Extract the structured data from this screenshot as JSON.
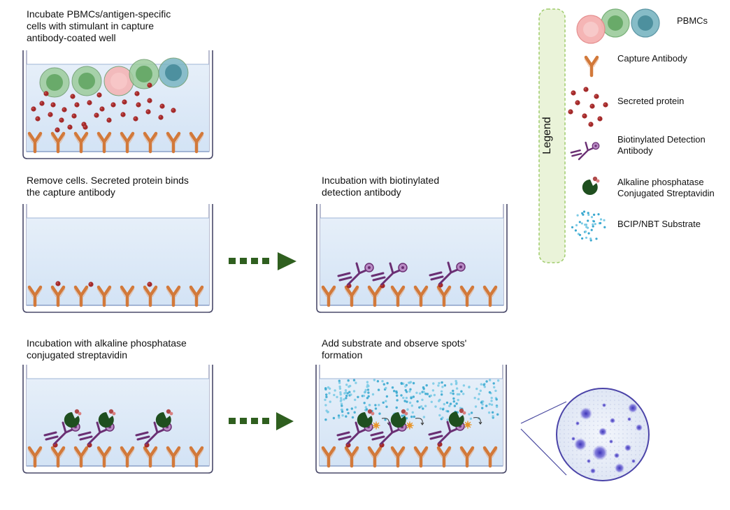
{
  "steps": {
    "step1": "Incubate PBMCs/antigen-specific\ncells with stimulant  in capture\nantibody-coated well",
    "step2": "Remove cells. Secreted protein binds\nthe capture antibody",
    "step3": "Incubation with biotinylated\ndetection antibody",
    "step4": "Incubation with alkaline phosphatase\nconjugated streptavidin",
    "step5": "Add substrate and observe spots'\nformation"
  },
  "legend": {
    "title": "Legend",
    "items": [
      {
        "label": "PBMCs",
        "icon": "pbmc-cells-icon"
      },
      {
        "label": "Capture Antibody",
        "icon": "capture-antibody-icon"
      },
      {
        "label": "Secreted protein",
        "icon": "secreted-protein-icon"
      },
      {
        "label": "Biotinylated Detection\nAntibody",
        "icon": "detection-antibody-icon"
      },
      {
        "label": "Alkaline phosphatase\nConjugated Streptavidin",
        "icon": "streptavidin-icon"
      },
      {
        "label": "BCIP/NBT Substrate",
        "icon": "substrate-icon"
      }
    ]
  },
  "colors": {
    "well_fill": "#dbe8f7",
    "well_border": "#4a4a6a",
    "antibody": "#d2793a",
    "protein": "#a32a2a",
    "detection": "#6a2f73",
    "streptavidin": "#1f4f1f",
    "substrate": "#3aa8cf",
    "arrow": "#2f5f1f",
    "legend_box": "#9fcc6c",
    "spot": "#5a55c9"
  }
}
